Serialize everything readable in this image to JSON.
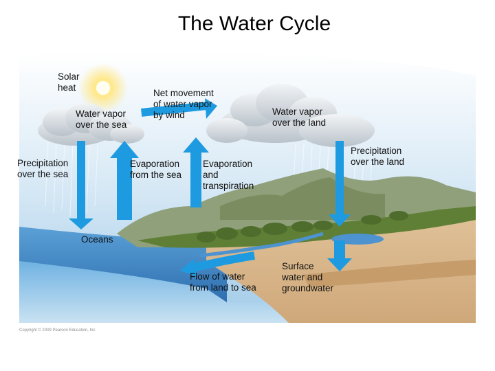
{
  "title": "The Water Cycle",
  "labels": {
    "solar_heat": [
      "Solar",
      "heat"
    ],
    "water_vapor_sea": [
      "Water vapor",
      "over the sea"
    ],
    "net_movement": [
      "Net movement",
      "of water vapor",
      "by wind"
    ],
    "water_vapor_land": [
      "Water vapor",
      "over the land"
    ],
    "precip_sea": [
      "Precipitation",
      "over the sea"
    ],
    "evap_sea": [
      "Evaporation",
      "from the sea"
    ],
    "evap_transp": [
      "Evaporation",
      "and",
      "transpiration"
    ],
    "precip_land": [
      "Precipitation",
      "over the land"
    ],
    "oceans": [
      "Oceans"
    ],
    "flow": [
      "Flow of water",
      "from land to sea"
    ],
    "surface": [
      "Surface",
      "water and",
      "groundwater"
    ]
  },
  "copyright": "Copyright © 2009 Pearson Education, Inc.",
  "colors": {
    "arrow": "#1e9be0",
    "sky_top": "#ffffff",
    "sky_bottom": "#a9cfea",
    "ocean": "#3d86c6",
    "land": "#d8b98f",
    "green": "#6f8a3f",
    "mountain": "#8a9a74"
  }
}
